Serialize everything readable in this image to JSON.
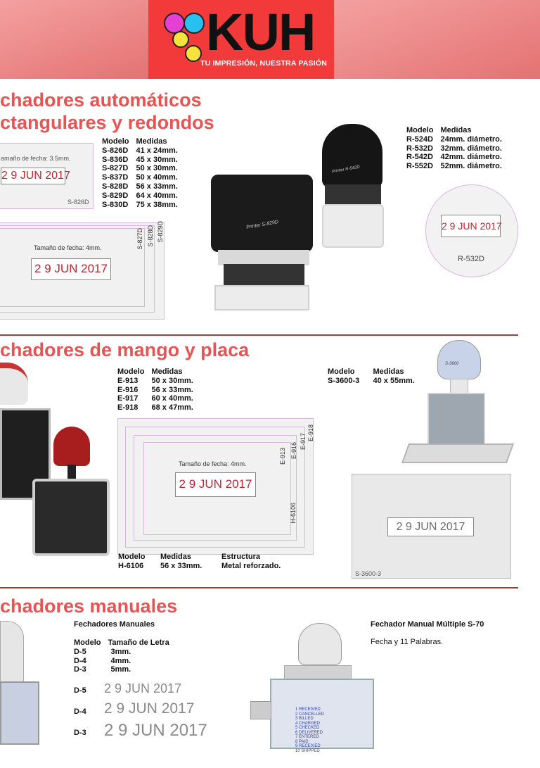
{
  "brand": {
    "name": "KUH",
    "slogan": "TU IMPRESIÓN, NUESTRA PASIÓN"
  },
  "section1": {
    "title_line1": "chadores automáticos",
    "title_line2": "ctangulares y redondos",
    "rect_table": {
      "col1": "Modelo",
      "col2": "Medidas",
      "rows": [
        [
          "S-826D",
          "41 x 24mm."
        ],
        [
          "S-836D",
          "45 x 30mm."
        ],
        [
          "S-827D",
          "50 x 30mm."
        ],
        [
          "S-837D",
          "50 x 40mm."
        ],
        [
          "S-828D",
          "56 x 33mm."
        ],
        [
          "S-829D",
          "64 x 40mm."
        ],
        [
          "S-830D",
          "75 x 38mm."
        ]
      ]
    },
    "round_table": {
      "col1": "Modelo",
      "col2": "Medidas",
      "rows": [
        [
          "R-524D",
          "24mm. diámetro."
        ],
        [
          "R-532D",
          "32mm. diámetro."
        ],
        [
          "R-542D",
          "42mm. diámetro."
        ],
        [
          "R-552D",
          "52mm. diámetro."
        ]
      ]
    },
    "sample_small_label": "amaño de fecha: 3.5mm.",
    "sample_small_date": "2 9 JUN 2017",
    "sample_small_model": "S-826D",
    "sample_big_label": "Tamaño de fecha: 4mm.",
    "sample_big_date": "2 9  JUN 2017",
    "vert_labels": [
      "S-827D",
      "S-828D",
      "S-829D"
    ],
    "round_date": "2 9 JUN 2017",
    "round_model": "R-532D",
    "stamp_rect_text": "Printer S-829D",
    "stamp_round_text": "Printer R-542D"
  },
  "section2": {
    "title": "chadores de mango y placa",
    "e_table": {
      "col1": "Modelo",
      "col2": "Medidas",
      "rows": [
        [
          "E-913",
          "50 x 30mm."
        ],
        [
          "E-916",
          "56 x 33mm."
        ],
        [
          "E-917",
          "60 x 40mm."
        ],
        [
          "E-918",
          "68 x 47mm."
        ]
      ]
    },
    "s_table": {
      "col1": "Modelo",
      "col2": "Medidas",
      "rows": [
        [
          "S-3600-3",
          "40 x 55mm."
        ]
      ]
    },
    "sample_label": "Tamaño de fecha: 4mm.",
    "sample_date": "2 9  JUN 2017",
    "vert_labels": [
      "E-913",
      "E-916",
      "E-917",
      "E-918",
      "H-6106"
    ],
    "h_table": {
      "col1": "Modelo",
      "col2": "Medidas",
      "col3": "Estructura",
      "row": [
        "H-6106",
        "56 x 33mm.",
        "Metal reforzado."
      ]
    },
    "s3600_date": "2 9 JUN 2017",
    "s3600_model": "S-3600-3",
    "stamp_text": "S-3600"
  },
  "section3": {
    "title": "chadores manuales",
    "left_heading": "Fechadores Manuales",
    "table": {
      "col1": "Modelo",
      "col2": "Tamaño de Letra",
      "rows": [
        [
          "D-5",
          "3mm."
        ],
        [
          "D-4",
          "4mm."
        ],
        [
          "D-3",
          "5mm."
        ]
      ]
    },
    "samples": [
      {
        "model": "D-5",
        "date": "2 9 JUN 2017"
      },
      {
        "model": "D-4",
        "date": "2 9 JUN 2017"
      },
      {
        "model": "D-3",
        "date": "2 9 JUN 2017"
      }
    ],
    "right_heading": "Fechador Manual Múltiple S-70",
    "right_text": "Fecha y 11 Palabras.",
    "s70_words": [
      "1 RECEIVED",
      "2 CANCELLED",
      "3 BILLED",
      "4 CHARGED",
      "5 CHECKED",
      "6 DELIVERED",
      "7 ENTERED",
      "8 PAID",
      "9 RECEIVED",
      "10 SHIPPED"
    ]
  },
  "colors": {
    "accent_title": "#e85454",
    "header_red": "#f23a3a",
    "rule": "#b73434",
    "date_red": "#c3242f"
  }
}
